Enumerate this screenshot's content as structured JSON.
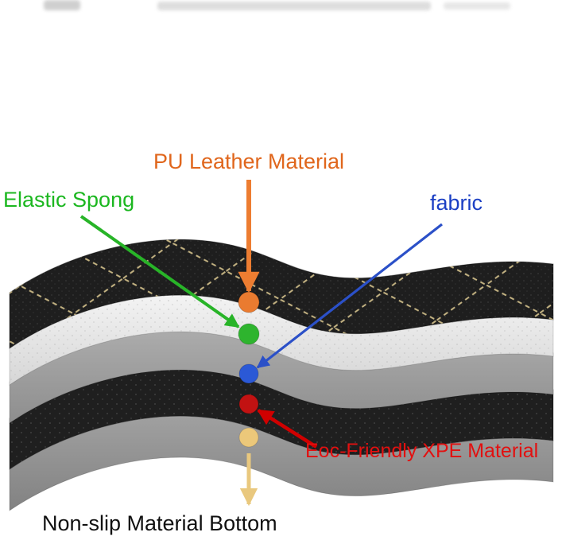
{
  "page": {
    "background": "#ffffff"
  },
  "labels": {
    "pu_leather": {
      "text": "PU Leather Material",
      "color": "#e0661c"
    },
    "elastic_sponge": {
      "text": "Elastic Spong",
      "color": "#1cb720"
    },
    "fabric": {
      "text": "fabric",
      "color": "#1b3fc4"
    },
    "xpe": {
      "text": "Eoc-Friendly XPE Material",
      "color": "#e21010"
    },
    "non_slip": {
      "text": "Non-slip Material Bottom",
      "color": "#101010"
    }
  },
  "connectors": {
    "pu_leather": {
      "line": "#ed7d31",
      "dot": "#ea7b30"
    },
    "elastic_sponge": {
      "line": "#28b428",
      "dot": "#2eb42e"
    },
    "fabric": {
      "line": "#2b50c8",
      "dot": "#2b59d6"
    },
    "xpe": {
      "line": "#d00000",
      "dot": "#c21212"
    },
    "non_slip": {
      "line": "#e9c87e",
      "dot": "#ecc87a"
    }
  },
  "layers": {
    "leather": {
      "base": "#1e1e1e",
      "stitch": "#d8c58e",
      "grain": "#7a7a7a"
    },
    "sponge": {
      "top": "#f5f5f5",
      "bottom": "#d6d6d6",
      "dots": "#bfbfbf"
    },
    "gray": {
      "top": "#acacac",
      "bottom": "#8e8e8e"
    },
    "xpe": {
      "base": "#1f1f1f",
      "speckle": "#909090"
    },
    "bottom_layer": {
      "top": "#a0a0a0",
      "bottom": "#828282"
    }
  }
}
